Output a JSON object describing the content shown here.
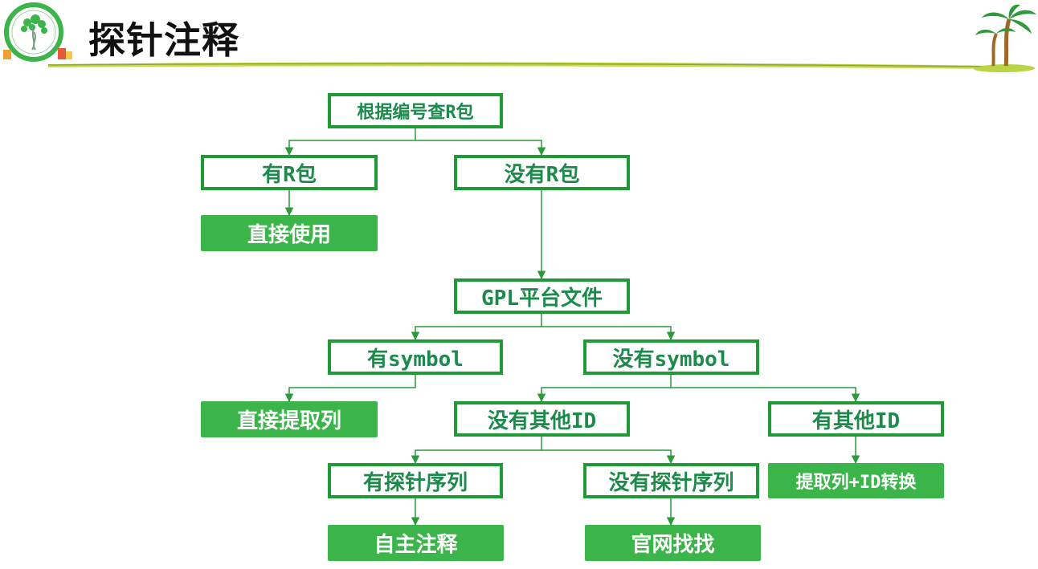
{
  "header": {
    "title": "探针注释"
  },
  "diagram": {
    "nodes": {
      "root": "根据编号查R包",
      "has_pkg": "有R包",
      "no_pkg": "没有R包",
      "use_direct": "直接使用",
      "gpl": "GPL平台文件",
      "has_symbol": "有symbol",
      "no_symbol": "没有symbol",
      "extract_col": "直接提取列",
      "no_other_id": "没有其他ID",
      "has_other_id": "有其他ID",
      "has_probe_seq": "有探针序列",
      "no_probe_seq": "没有探针序列",
      "extract_convert": "提取列+ID转换",
      "self_annotate": "自主注释",
      "official_site": "官网找找"
    }
  },
  "colors": {
    "border": "#1f9a34",
    "box_text": "#1b8a4a",
    "action_bg": "#3bb54a",
    "connector": "#2a9a3a"
  }
}
